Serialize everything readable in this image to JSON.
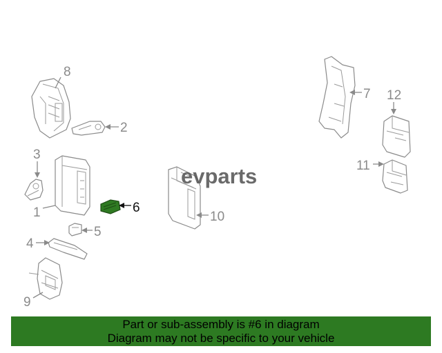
{
  "watermark": "evparts",
  "highlight_color": "#2f7a22",
  "banner_color": "#2d7a22",
  "callouts": {
    "c1": "1",
    "c2": "2",
    "c3": "3",
    "c4": "4",
    "c5": "5",
    "c6": "6",
    "c7": "7",
    "c8": "8",
    "c9": "9",
    "c10": "10",
    "c11": "11",
    "c12": "12"
  },
  "banner": {
    "line1": "Part or sub-assembly is #6 in diagram",
    "line2": "Diagram may not be specific to your vehicle"
  }
}
